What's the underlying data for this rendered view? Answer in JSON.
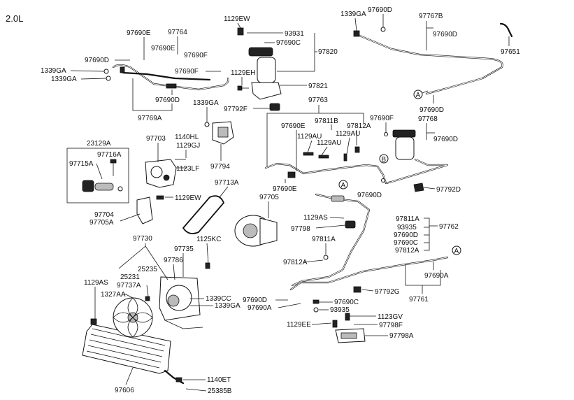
{
  "engine_label": "2.0L",
  "circle_markers": {
    "a": "A",
    "b": "B"
  },
  "labels": {
    "p1129EW_top": "1129EW",
    "p93931": "93931",
    "p97690C_top": "97690C",
    "p97820": "97820",
    "p1129EH": "1129EH",
    "p97821": "97821",
    "p97792F": "97792F",
    "p1339GA_top": "1339GA",
    "p97690D_tr": "97690D",
    "p97767B": "97767B",
    "p97690D_tr2": "97690D",
    "p97651": "97651",
    "p97690E_a": "97690E",
    "p97764": "97764",
    "p97690E_b": "97690E",
    "p97690F_a": "97690F",
    "p97690D_l": "97690D",
    "p1339GA_l1": "1339GA",
    "p1339GA_l2": "1339GA",
    "p97690F_b": "97690F",
    "p97690D_mid": "97690D",
    "p97769A": "97769A",
    "p1339GA_mid": "1339GA",
    "p97763": "97763",
    "p97811B": "97811B",
    "p97690E_c": "97690E",
    "p97812A_a": "97812A",
    "p97690F_c": "97690F",
    "p97768": "97768",
    "p1129AU_a": "1129AU",
    "p1129AU_b": "1129AU",
    "p1129AU_c": "1129AU",
    "p97690D_r": "97690D",
    "p97690D_r2": "97690D",
    "p23129A": "23129A",
    "p97716A": "97716A",
    "p97715A": "97715A",
    "p97703": "97703",
    "p1140HL": "1140HL",
    "p1129GJ": "1129GJ",
    "p1123LF": "1123LF",
    "p97794": "97794",
    "p97690E_d": "97690E",
    "p97690D_c": "97690D",
    "p97792D": "97792D",
    "p97713A": "97713A",
    "p1129EW_mid": "1129EW",
    "p97705": "97705",
    "p97704": "97704",
    "p97705A": "97705A",
    "p1129AS_a": "1129AS",
    "p97798": "97798",
    "p97811A_a": "97811A",
    "p93935_a": "93935",
    "p97762": "97762",
    "p97690D_e": "97690D",
    "p97690C_b": "97690C",
    "p97812A_b": "97812A",
    "p97811A_b": "97811A",
    "p97812A_c": "97812A",
    "p97730": "97730",
    "p1125KC": "1125KC",
    "p97735": "97735",
    "p97786": "97786",
    "p25231": "25231",
    "p25235": "25235",
    "p1129AS_b": "1129AS",
    "p97737A": "97737A",
    "p1327AA": "1327AA",
    "p1339CC": "1339CC",
    "p1339GA_c": "1339GA",
    "p97690D_f": "97690D",
    "p97690A_a": "97690A",
    "p97690C_c": "97690C",
    "p93935_b": "93935",
    "p1123GV": "1123GV",
    "p1129EE": "1129EE",
    "p97798F": "97798F",
    "p97798A": "97798A",
    "p97690A_b": "97690A",
    "p97792G": "97792G",
    "p97761": "97761",
    "p1140ET": "1140ET",
    "p25385B": "25385B",
    "p97606": "97606"
  }
}
